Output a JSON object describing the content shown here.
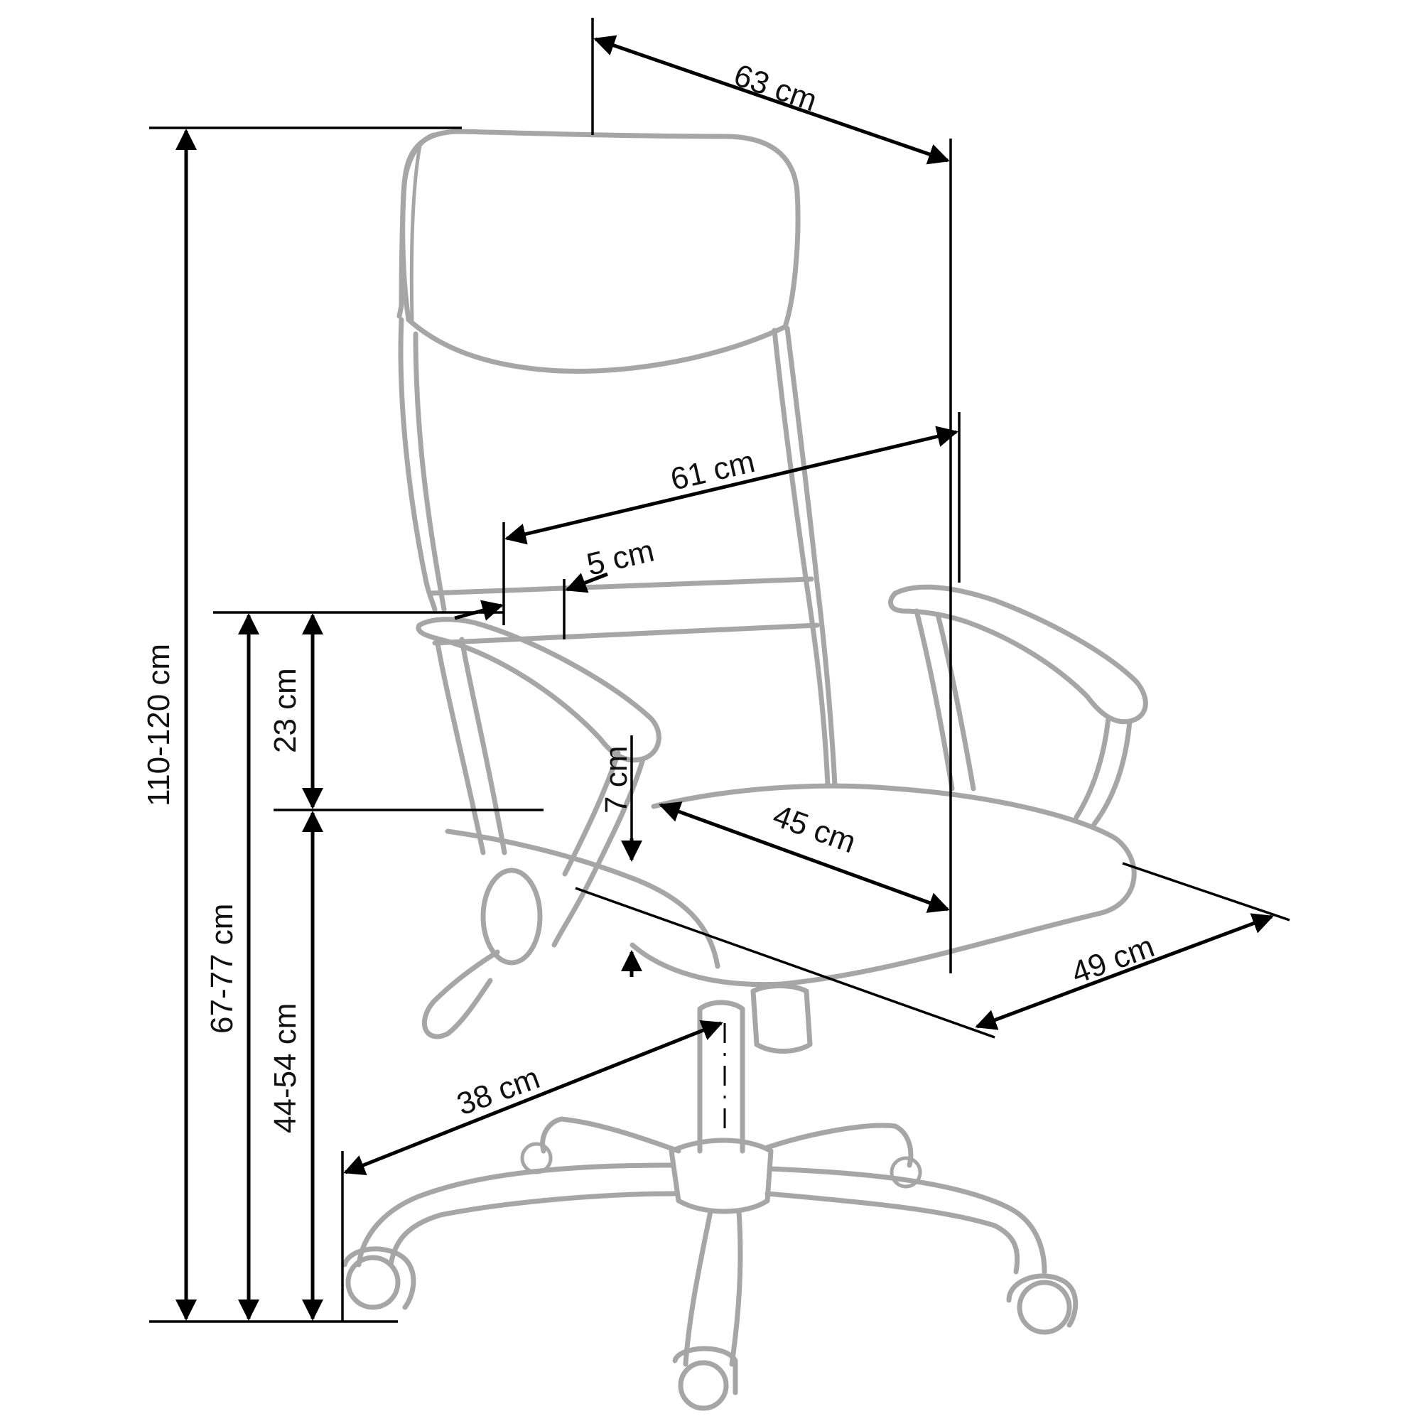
{
  "diagram": {
    "subject": "Office chair dimension drawing",
    "colors": {
      "chair_outline": "#a6a6a6",
      "dimension_lines": "#000000",
      "background": "#ffffff"
    },
    "dimensions": {
      "total_height": "110-120 cm",
      "armrest_height": "67-77 cm",
      "seat_height": "44-54 cm",
      "armrest_above_seat": "23 cm",
      "overall_width": "63 cm",
      "width_between_armrests_outer": "61 cm",
      "armrest_width": "5 cm",
      "seat_depth": "45 cm",
      "seat_width": "49 cm",
      "base_radius": "38 cm",
      "seat_thickness": "7 cm"
    }
  }
}
